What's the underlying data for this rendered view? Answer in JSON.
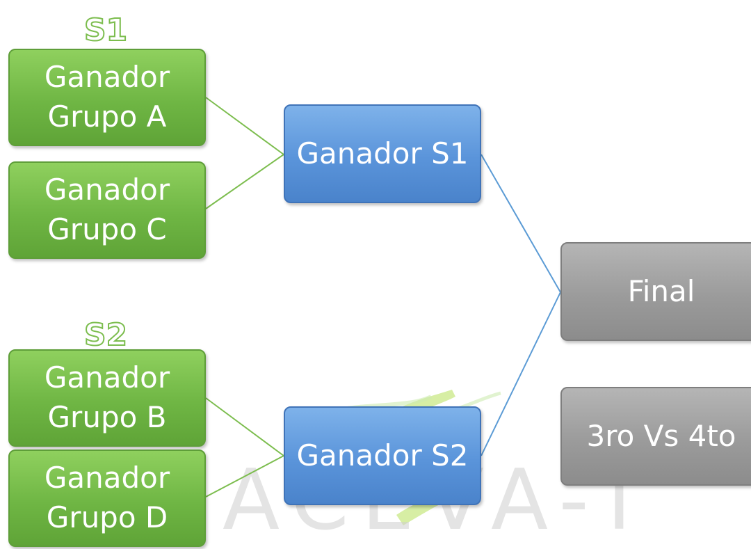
{
  "watermark": "ACEVA-T",
  "sections": {
    "s1": "S1",
    "s2": "S2"
  },
  "groups": {
    "a": {
      "line1": "Ganador",
      "line2": "Grupo A"
    },
    "c": {
      "line1": "Ganador",
      "line2": "Grupo C"
    },
    "b": {
      "line1": "Ganador",
      "line2": "Grupo B"
    },
    "d": {
      "line1": "Ganador",
      "line2": "Grupo D"
    }
  },
  "semis": {
    "s1": "Ganador S1",
    "s2": "Ganador S2"
  },
  "finals": {
    "final": "Final",
    "third": "3ro Vs 4to"
  },
  "colors": {
    "group_fill": "#70b845",
    "semi_fill": "#5a94da",
    "final_fill": "#9b9b9b",
    "group_line": "#7cbd4e",
    "semi_line": "#5b9bd5",
    "label_outline": "#7cbd4e"
  }
}
